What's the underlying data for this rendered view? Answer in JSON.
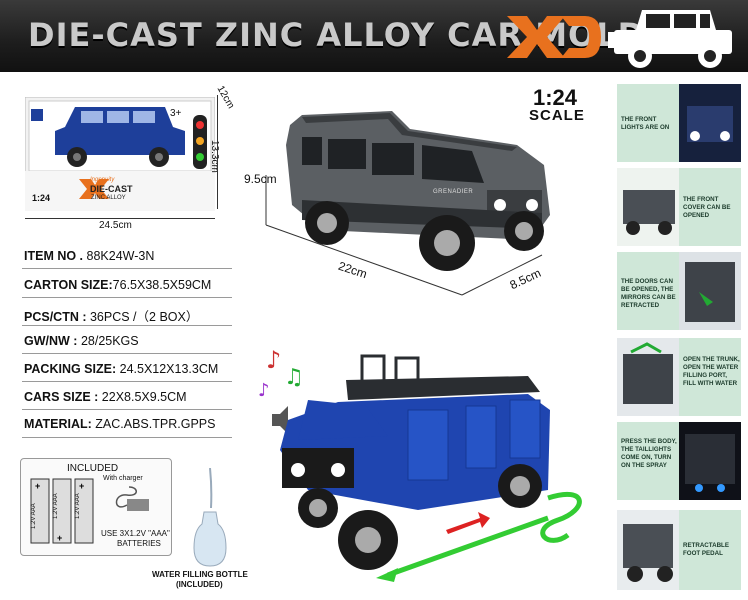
{
  "header": {
    "title": "DIE-CAST ZINC ALLOY CAR MOLD",
    "logo_text": "XD"
  },
  "box": {
    "brand_line": "Ingenuity",
    "product_line": "DIE-CAST",
    "product_sub": "ZINC ALLOY",
    "scale": "1:24",
    "age": "3+",
    "width_label": "24.5cm",
    "height_label": "13.3cm",
    "depth_label": "12cm"
  },
  "specs": [
    {
      "label": "ITEM NO .",
      "value": " 88K24W-3N"
    },
    {
      "label": "CARTON SIZE:",
      "value": "76.5X38.5X59CM"
    },
    {
      "label": "PCS/CTN :",
      "value": " 36PCS /（2 BOX）"
    },
    {
      "label": "GW/NW :",
      "value": " 28/25KGS"
    },
    {
      "label": "PACKING SIZE:",
      "value": " 24.5X12X13.3CM"
    },
    {
      "label": "CARS SIZE :",
      "value": " 22X8.5X9.5CM"
    },
    {
      "label": "MATERIAL:",
      "value": "  ZAC.ABS.TPR.GPPS"
    }
  ],
  "scale": {
    "number": "1:24",
    "word": "SCALE"
  },
  "car_dims": {
    "height": "9.5cm",
    "length": "22cm",
    "width": "8.5cm",
    "grille_text": "GRENADIER"
  },
  "features": [
    {
      "text": "THE FRONT LIGHTS ARE ON"
    },
    {
      "text": "THE FRONT COVER CAN BE OPENED"
    },
    {
      "text": "THE DOORS CAN BE OPENED, THE MIRRORS CAN BE RETRACTED"
    },
    {
      "text": "OPEN THE TRUNK, OPEN THE WATER FILLING PORT, FILL WITH WATER"
    },
    {
      "text": "PRESS THE BODY, THE TAILLIGHTS COME ON, TURN ON THE SPRAY"
    },
    {
      "text": "RETRACTABLE FOOT PEDAL"
    }
  ],
  "included": {
    "title": "INCLUDED",
    "battery_label": "1.2V AAA",
    "charger": "With charger",
    "use_line1": "USE 3X1.2V \"AAA\"",
    "use_line2": "BATTERIES",
    "bottle_line1": "WATER FILLING BOTTLE",
    "bottle_line2": "(INCLUDED)"
  }
}
